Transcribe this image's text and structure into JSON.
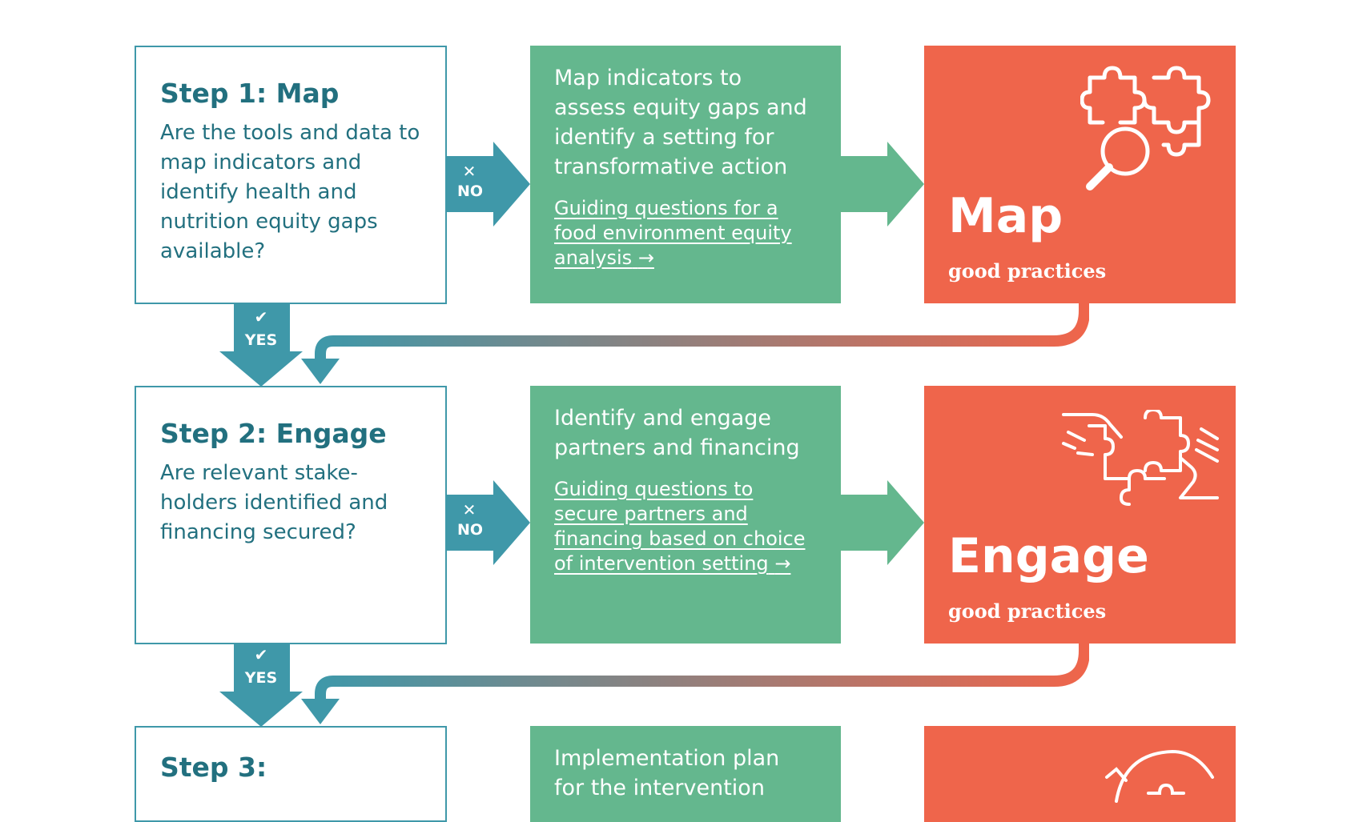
{
  "steps": [
    {
      "title": "Step 1: Map",
      "question": "Are the tools and data to map indicators and identify health and nutrition equity gaps available?",
      "no_label": "NO",
      "yes_label": "YES",
      "action_text": "Map indicators to assess equity gaps and identify a setting for transformative action",
      "link_text": "Guiding questions for a food environment equity analysis",
      "practice_title": "Map",
      "practice_sub": "good practices",
      "icon": "puzzle-magnifier-icon"
    },
    {
      "title": "Step 2: Engage",
      "question": "Are relevant stake-holders identified and financing secured?",
      "no_label": "NO",
      "yes_label": "YES",
      "action_text": "Identify and engage partners and financing",
      "link_text": "Guiding questions to secure partners and financing based on choice of intervention setting",
      "practice_title": "Engage",
      "practice_sub": "good practices",
      "icon": "puzzle-handshake-icon"
    },
    {
      "title": "Step 3:",
      "action_text": "Implementation plan for the intervention",
      "icon": "puzzle-cycle-icon"
    }
  ],
  "colors": {
    "teal": "#3f98a9",
    "teal_text": "#22707f",
    "green": "#64b78e",
    "coral": "#ef654b"
  }
}
